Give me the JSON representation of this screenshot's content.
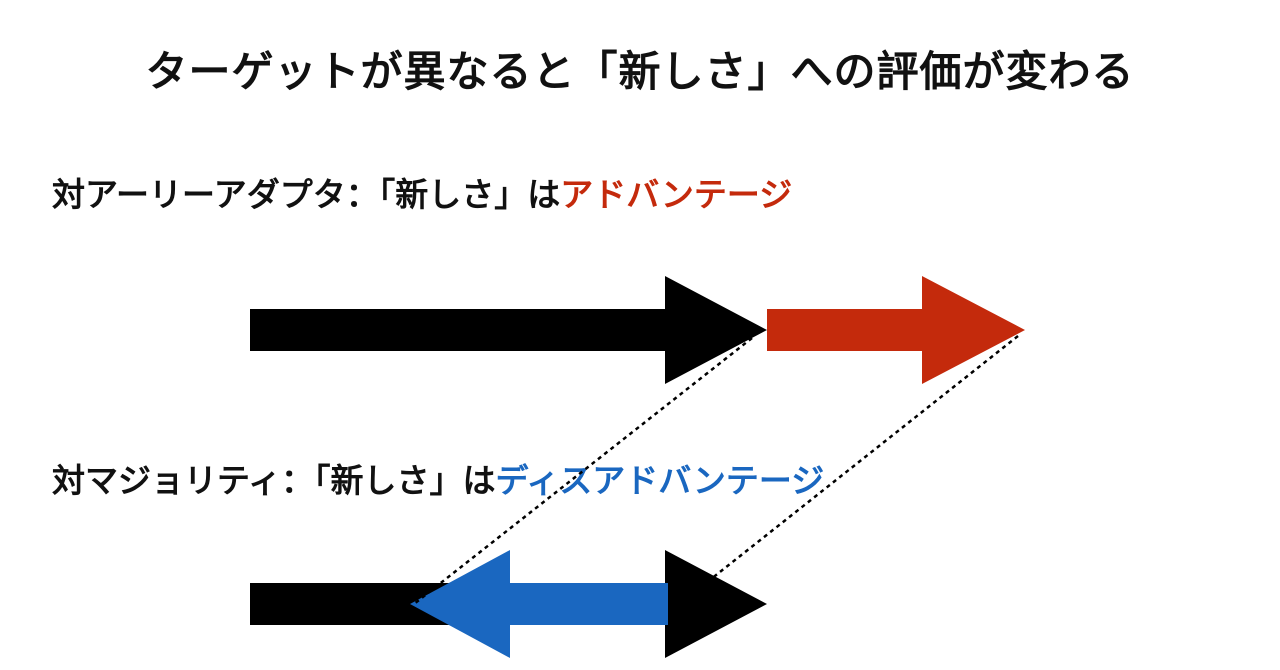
{
  "title": "ターゲットが異なると「新しさ」への評価が変わる",
  "rows": {
    "early_adopter": {
      "prefix": "対アーリーアダプタ：「新しさ」は",
      "highlight": "アドバンテージ"
    },
    "majority": {
      "prefix": "対マジョリティ：「新しさ」は",
      "highlight": "ディスアドバンテージ"
    }
  },
  "colors": {
    "base_arrow": "#000000",
    "advantage": "#c42a0c",
    "disadvantage": "#1a67c0",
    "text": "#111111"
  }
}
